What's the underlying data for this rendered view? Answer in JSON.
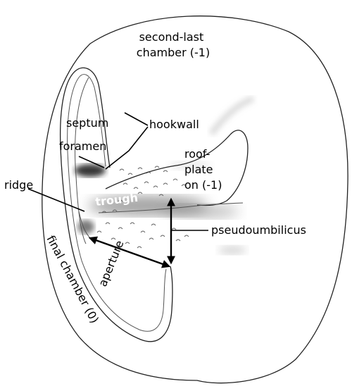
{
  "labels": {
    "second_last_chamber": [
      "second-last",
      "chamber (-1)"
    ],
    "septum": "septum",
    "hookwall": "hookwall",
    "foramen": "foramen",
    "roof_plate": [
      "roof-",
      "plate",
      "on (-1)"
    ],
    "ridge": "ridge",
    "trough": "trough",
    "pseudoumbilicus": "pseudoumbilicus",
    "aperture": "aperture",
    "final_chamber": "final chamber (0)"
  },
  "colors": {
    "line": "#222222",
    "shade": "#3a3a3a",
    "trough_text": "#ffffff"
  }
}
